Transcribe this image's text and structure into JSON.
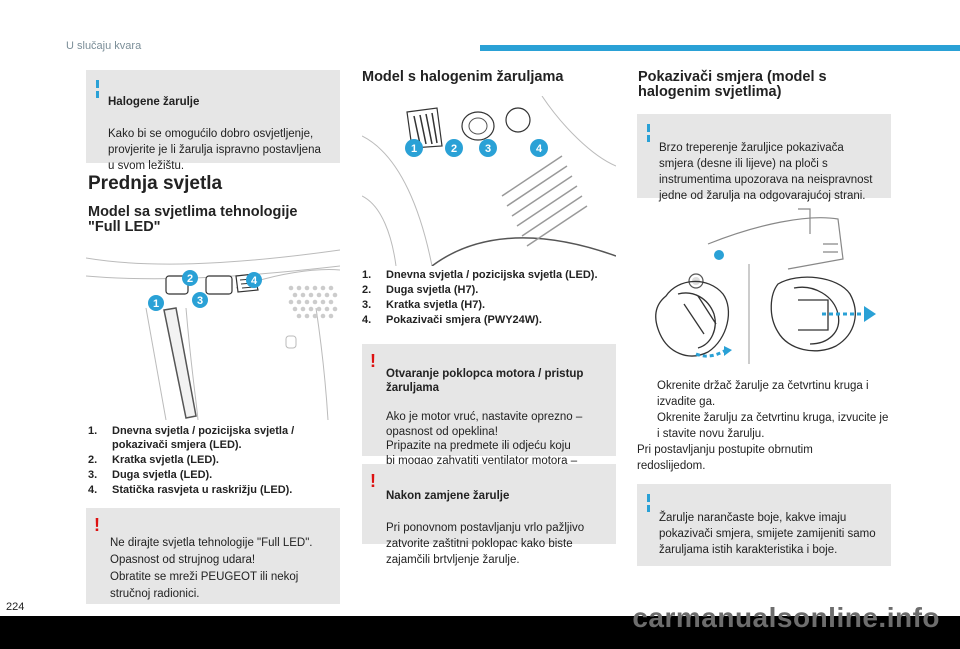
{
  "header": {
    "section_title": "U slučaju kvara"
  },
  "col1": {
    "note_halogen": {
      "title": "Halogene žarulje",
      "text": "Kako bi se omogućilo dobro osvjetljenje,\nprovjerite je li žarulja ispravno postavljena\nu svom ležištu."
    },
    "heading": "Prednja svjetla",
    "subheading": "Model sa svjetlima tehnologije\n\"Full LED\"",
    "badges": [
      "1",
      "2",
      "3",
      "4"
    ],
    "list": [
      {
        "n": "1.",
        "text": "Dnevna svjetla / pozicijska svjetla / pokazivači smjera (LED)."
      },
      {
        "n": "2.",
        "text": "Kratka svjetla (LED)."
      },
      {
        "n": "3.",
        "text": "Duga svjetla (LED)."
      },
      {
        "n": "4.",
        "text": "Statička rasvjeta u raskrižju (LED)."
      }
    ],
    "warning": {
      "text": "Ne dirajte svjetla tehnologije \"Full LED\".\nOpasnost od strujnog udara!\nObratite se mreži PEUGEOT ili nekoj\nstručnoj radionici."
    }
  },
  "col2": {
    "heading": "Model s halogenim žaruljama",
    "badges": [
      "1",
      "2",
      "3",
      "4"
    ],
    "list": [
      {
        "n": "1.",
        "text": "Dnevna svjetla / pozicijska svjetla (LED)."
      },
      {
        "n": "2.",
        "text": "Duga svjetla (H7)."
      },
      {
        "n": "3.",
        "text": "Kratka svjetla (H7)."
      },
      {
        "n": "4.",
        "text": "Pokazivači smjera (PWY24W)."
      }
    ],
    "warning1": {
      "title": "Otvaranje poklopca motora / pristup žaruljama",
      "text": "Ako je motor vruć, nastavite oprezno –\nopasnost od opeklina!\nPripazite na predmete ili odjeću koju\nbi mogao zahvatiti ventilator motora –\nopasnost od gušenja!"
    },
    "warning2": {
      "title": "Nakon zamjene žarulje",
      "text": "Pri ponovnom postavljanju vrlo pažljivo\nzatvorite zaštitni poklopac kako biste\nzajamčili brtvljenje žarulje."
    }
  },
  "col3": {
    "heading": "Pokazivači smjera (model s\nhalogenim svjetlima)",
    "note1": {
      "text": "Brzo treperenje žaruljice pokazivača\nsmjera (desne ili lijeve) na ploči s\ninstrumentima upozorava na neispravnost\njedne od žarulja na odgovarajućoj strani."
    },
    "bullet_symbol": "",
    "bullets": [
      "Okrenite držač žarulje za četvrtinu kruga i izvadite ga.",
      "Okrenite žarulju za četvrtinu kruga, izvucite je i stavite novu žarulju."
    ],
    "after_text": "Pri postavljanju postupite obrnutim\nredoslijedom.",
    "note2": {
      "text": "Žarulje narančaste boje, kakve imaju\npokazivači smjera, smijete zamijeniti samo\nžaruljama istih karakteristika i boje."
    }
  },
  "footer": {
    "page_number": "224",
    "watermark": "carmanualsonline.info"
  },
  "colors": {
    "accent": "#2aa1d6",
    "warning": "#dd1111",
    "note_bg": "#e6e6e6"
  },
  "icons": [
    "info-bar-icon",
    "warning-exclamation-icon"
  ]
}
